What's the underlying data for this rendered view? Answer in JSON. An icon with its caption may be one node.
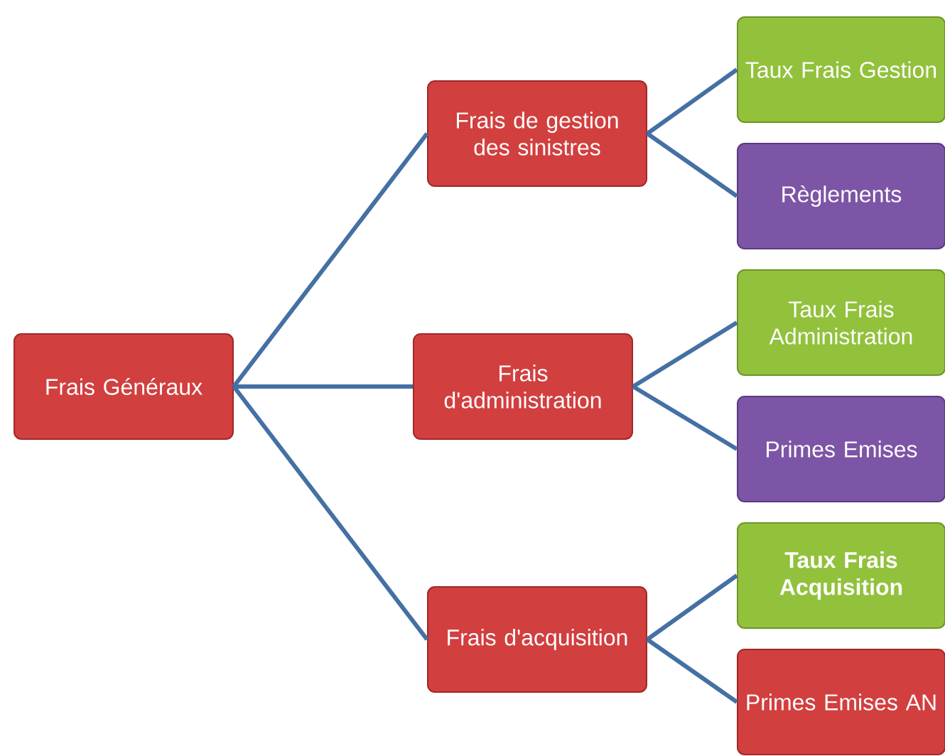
{
  "diagram": {
    "nodes": [
      {
        "text": [
          "Frais Généraux"
        ]
      },
      {
        "text": [
          "Frais de gestion des sinistres"
        ]
      },
      {
        "text": [
          "Frais d'administration"
        ]
      },
      {
        "text": [
          "Frais d'acquisition"
        ]
      },
      {
        "text": [
          "Taux Frais Gestion"
        ]
      },
      {
        "text": [
          "Règlements"
        ]
      },
      {
        "text": [
          "Taux Frais Administration"
        ]
      },
      {
        "text": [
          "Primes Emises"
        ]
      },
      {
        "text": [
          "Taux Frais Acquisition"
        ]
      },
      {
        "text": [
          "Primes Emises AN"
        ]
      }
    ],
    "edges": [
      {
        "from": 0,
        "to": 1,
        "arrow": "none"
      },
      {
        "from": 0,
        "to": 2,
        "arrow": "none"
      },
      {
        "from": 0,
        "to": 3,
        "arrow": "none"
      },
      {
        "from": 1,
        "to": 4,
        "arrow": "none"
      },
      {
        "from": 1,
        "to": 5,
        "arrow": "none"
      },
      {
        "from": 2,
        "to": 6,
        "arrow": "none"
      },
      {
        "from": 2,
        "to": 7,
        "arrow": "none"
      },
      {
        "from": 3,
        "to": 8,
        "arrow": "none"
      },
      {
        "from": 3,
        "to": 9,
        "arrow": "none"
      }
    ]
  }
}
